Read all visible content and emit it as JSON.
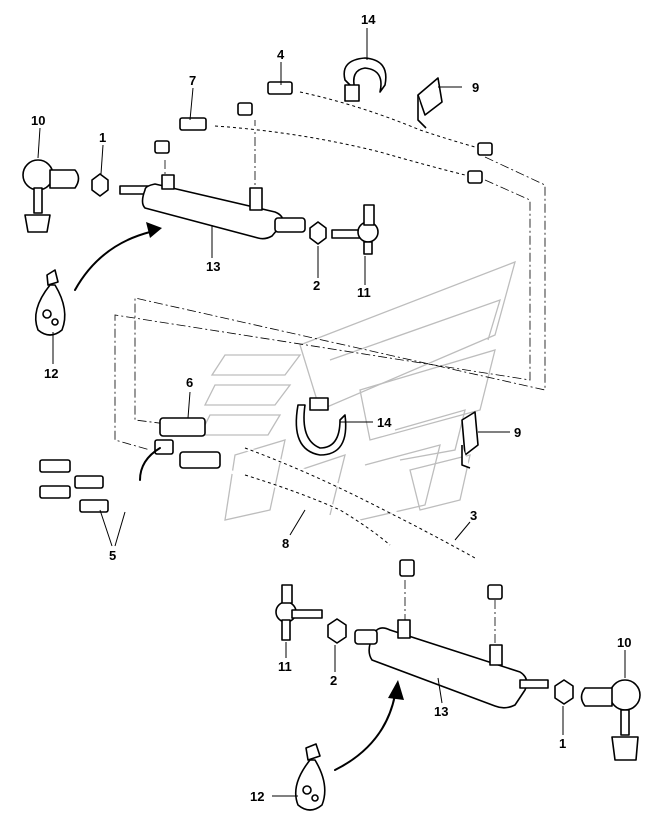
{
  "callouts": {
    "c1_top": "1",
    "c2_top": "2",
    "c4": "4",
    "c7": "7",
    "c9_top": "9",
    "c10_top": "10",
    "c11_top": "11",
    "c12_top": "12",
    "c13_top": "13",
    "c14_top": "14",
    "c6": "6",
    "c14_mid": "14",
    "c9_mid": "9",
    "c5": "5",
    "c8": "8",
    "c3": "3",
    "c11_bot": "11",
    "c2_bot": "2",
    "c13_bot": "13",
    "c10_bot": "10",
    "c1_bot": "1",
    "c12_bot": "12"
  },
  "colors": {
    "line": "#000000",
    "watermark": "#bdbdbd",
    "background": "#ffffff"
  }
}
